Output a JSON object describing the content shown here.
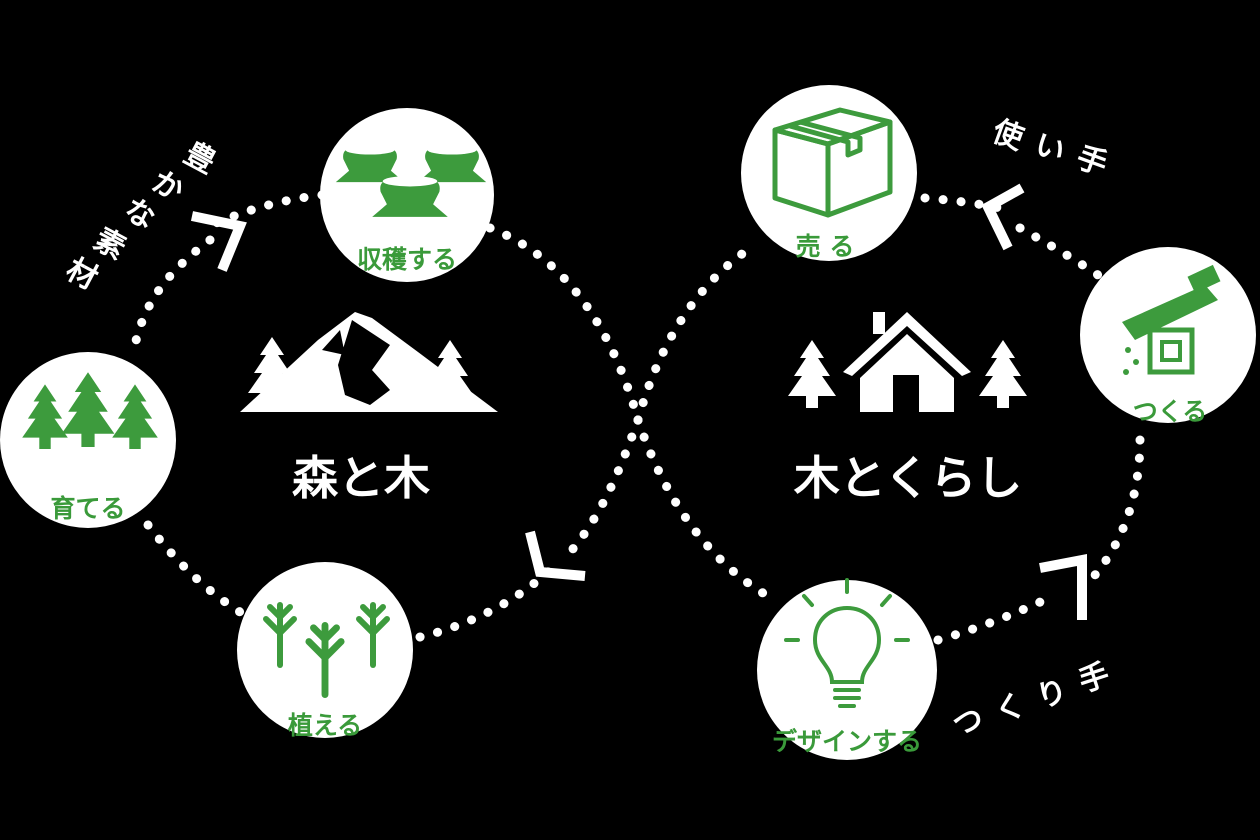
{
  "colors": {
    "background": "#000000",
    "accent_green": "#3a9a3a",
    "icon_green": "#3d9b3d",
    "white": "#ffffff"
  },
  "left_loop": {
    "title": "森と木",
    "side_caption": [
      "豊",
      "か",
      "な",
      "素",
      "材"
    ],
    "nodes": {
      "harvest": {
        "label": "収穫する",
        "icon": "tree-stumps-icon"
      },
      "grow": {
        "label": "育てる",
        "icon": "conifer-trees-icon"
      },
      "plant": {
        "label": "植える",
        "icon": "saplings-icon"
      }
    },
    "center_icon": "mountain-forest-icon"
  },
  "right_loop": {
    "title": "木とくらし",
    "top_caption": [
      "使",
      "い",
      "手"
    ],
    "bottom_caption": [
      "つ",
      "く",
      "り",
      "手"
    ],
    "nodes": {
      "sell": {
        "label": "売 る",
        "icon": "cardboard-box-icon"
      },
      "make": {
        "label": "つくる",
        "icon": "planer-tool-icon"
      },
      "design": {
        "label": "デザインする",
        "icon": "light-bulb-icon"
      }
    },
    "center_icon": "house-with-trees-icon"
  }
}
